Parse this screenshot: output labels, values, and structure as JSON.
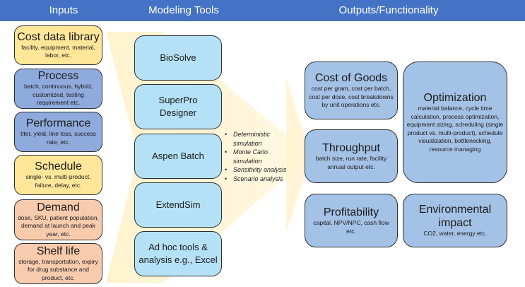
{
  "header": {
    "columns": [
      "Inputs",
      "Modeling Tools",
      "Outputs/Functionality"
    ],
    "color": "#4472c4"
  },
  "inputs": [
    {
      "title": "Cost data library",
      "desc": "facility, equipment, material, labor, etc.",
      "color": "#ffe699"
    },
    {
      "title": "Process",
      "desc": "batch, continuous, hybrid, customized, testing requirement etc.",
      "color": "#8faadc"
    },
    {
      "title": "Performance",
      "desc": "titer, yield, line loss, success rate, etc.",
      "color": "#8faadc"
    },
    {
      "title": "Schedule",
      "desc": "single- vs. multi-product, failure, delay, etc.",
      "color": "#ffe699"
    },
    {
      "title": "Demand",
      "desc": "dose, SKU,  patient population, demand at launch and peak year, etc.",
      "color": "#f8cbad"
    },
    {
      "title": "Shelf life",
      "desc": "storage, transportation, expiry for drug substance and product, etc.",
      "color": "#f8cbad"
    }
  ],
  "tools": [
    {
      "label": "BioSolve"
    },
    {
      "label": "SuperPro Designer"
    },
    {
      "label": "Aspen Batch"
    },
    {
      "label": "ExtendSim"
    },
    {
      "label": "Ad hoc tools & analysis e.g., Excel"
    }
  ],
  "analyses": [
    "Deterministic simulation",
    "Monte Carlo simulation",
    "Sensitivity analysis",
    "Scenario analysis"
  ],
  "outputs": {
    "cost_of_goods": {
      "title": "Cost of Goods",
      "desc": "cost per gram, cost per batch, cost per dose, cost breakdowns by unit operations etc."
    },
    "throughput": {
      "title": "Throughput",
      "desc": "batch size, run rate, facility annual output etc."
    },
    "profitability": {
      "title": "Profitability",
      "desc": "capital, NPV/NPC, cash flow etc."
    },
    "optimization": {
      "title": "Optimization",
      "desc": "material balance, cycle time calculation, process optimization, equipment sizing, scheduling (single product vs. multi-product), schedule visualization, bottlenecking, resource managing"
    },
    "environmental": {
      "title": "Environmental impact",
      "desc": "CO2, water, energy etc."
    }
  },
  "arrow_color": "#fff4d6"
}
